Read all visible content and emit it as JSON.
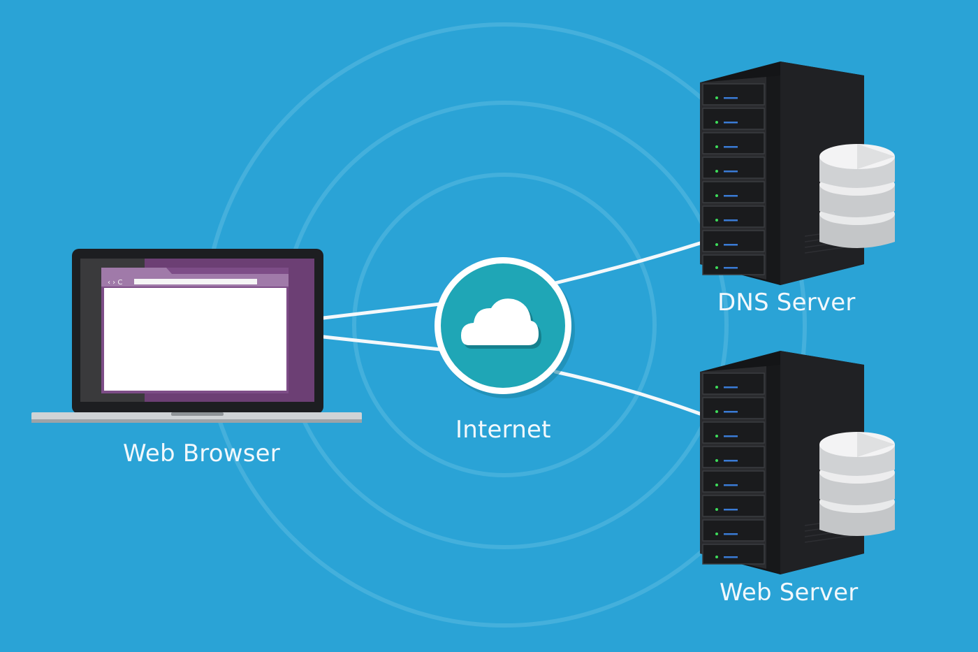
{
  "labels": {
    "browser": "Web Browser",
    "internet": "Internet",
    "dns_server": "DNS Server",
    "web_server": "Web Server"
  },
  "browser_window": {
    "nav_glyphs": "‹ › C"
  },
  "icons": {
    "laptop": "laptop-icon",
    "cloud": "cloud-icon",
    "dns_server": "server-rack-icon",
    "web_server": "server-rack-icon",
    "database": "database-icon"
  },
  "colors": {
    "background": "#2aa3d6",
    "ring": "#5bbbe2",
    "link": "#f4f8fb",
    "internet_circle": "#1fa6b6",
    "browser_purple": "#6c3f74",
    "server_body": "#1e1f22"
  }
}
